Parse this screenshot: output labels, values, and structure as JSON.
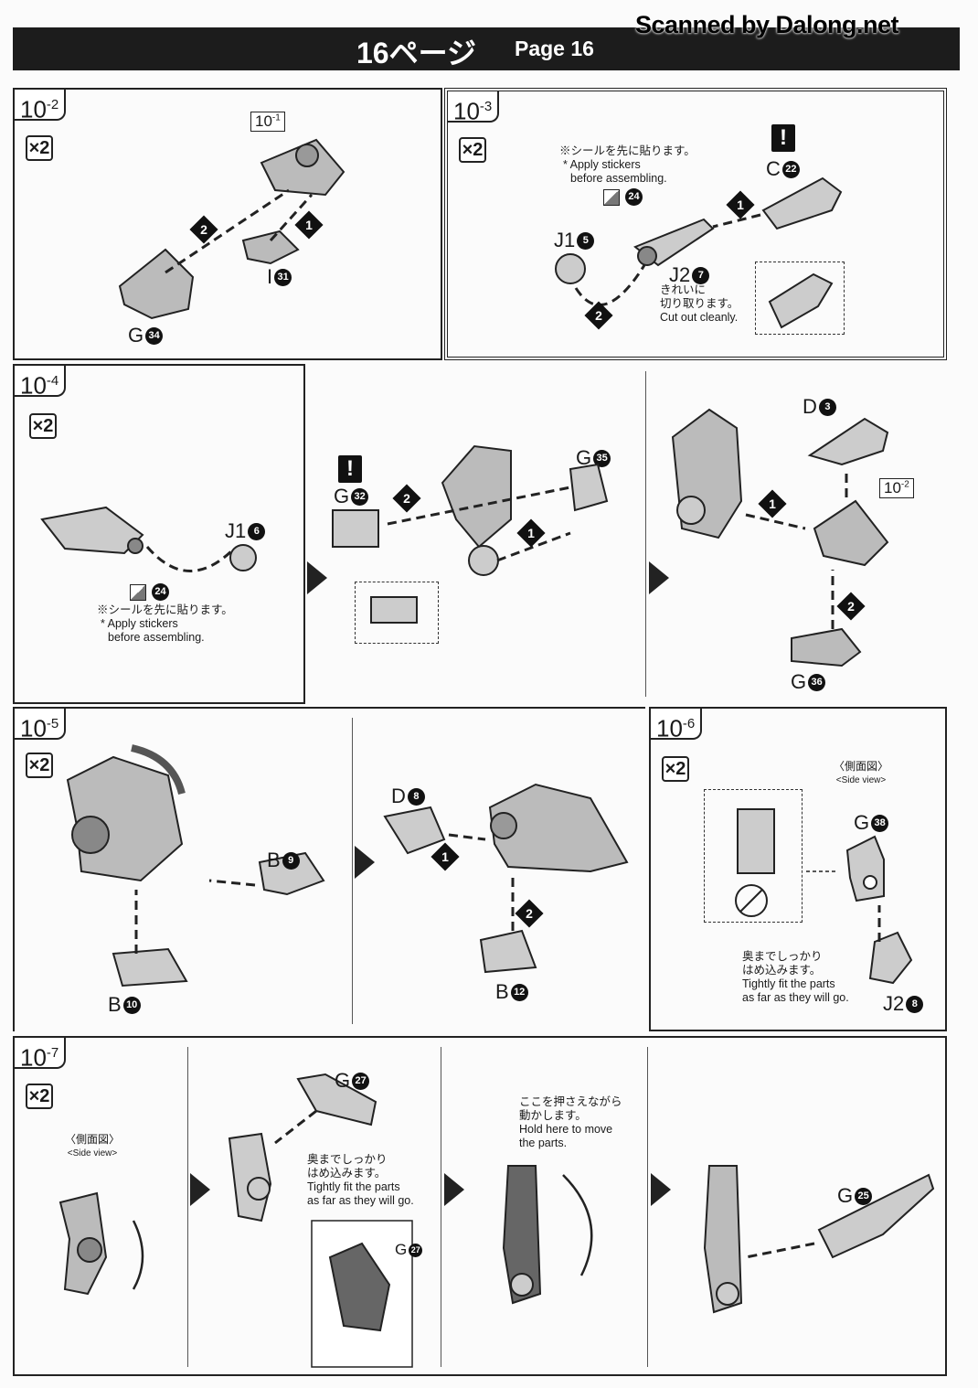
{
  "header": {
    "title_jp": "16ページ",
    "title_en": "Page 16",
    "watermark": "Scanned by Dalong.net"
  },
  "multiplier": "×2",
  "warning": "!",
  "sticker_note": {
    "jp": "※シールを先に貼ります。",
    "en1": "* Apply stickers",
    "en2": "before assembling."
  },
  "fit_note": {
    "jp1": "奥までしっかり",
    "jp2": "はめ込みます。",
    "en1": "Tightly fit the parts",
    "en2": "as far as they will go."
  },
  "side_view": {
    "jp": "〈側面図〉",
    "en": "<Side view>"
  },
  "steps": {
    "s10_2": {
      "label": "10",
      "sub": "-2",
      "ref": {
        "label": "10",
        "sub": "-1"
      },
      "parts": [
        {
          "letter": "I",
          "num": "31"
        },
        {
          "letter": "G",
          "num": "34"
        }
      ],
      "order": [
        "1",
        "2"
      ]
    },
    "s10_3": {
      "label": "10",
      "sub": "-3",
      "sticker": "24",
      "parts": [
        {
          "letter": "C",
          "num": "22"
        },
        {
          "letter": "J1",
          "num": "5"
        },
        {
          "letter": "J2",
          "num": "7"
        }
      ],
      "order": [
        "1",
        "2"
      ],
      "cut": {
        "jp1": "きれいに",
        "jp2": "切り取ります。",
        "en": "Cut out cleanly."
      }
    },
    "s10_4": {
      "label": "10",
      "sub": "-4",
      "sticker": "24",
      "parts": [
        {
          "letter": "J1",
          "num": "6"
        },
        {
          "letter": "G",
          "num": "32"
        },
        {
          "letter": "G",
          "num": "35"
        },
        {
          "letter": "D",
          "num": "3"
        },
        {
          "letter": "G",
          "num": "36"
        }
      ],
      "ref": {
        "label": "10",
        "sub": "-2"
      },
      "order": [
        "1",
        "2"
      ]
    },
    "s10_5": {
      "label": "10",
      "sub": "-5",
      "parts": [
        {
          "letter": "B",
          "num": "9"
        },
        {
          "letter": "B",
          "num": "10"
        },
        {
          "letter": "D",
          "num": "8"
        },
        {
          "letter": "B",
          "num": "12"
        }
      ],
      "order": [
        "1",
        "2"
      ]
    },
    "s10_6": {
      "label": "10",
      "sub": "-6",
      "parts": [
        {
          "letter": "G",
          "num": "38"
        },
        {
          "letter": "J2",
          "num": "8"
        }
      ]
    },
    "s10_7": {
      "label": "10",
      "sub": "-7",
      "parts": [
        {
          "letter": "G",
          "num": "27"
        },
        {
          "letter": "G",
          "num": "27"
        },
        {
          "letter": "G",
          "num": "25"
        }
      ],
      "hold": {
        "jp1": "ここを押さえながら",
        "jp2": "動かします。",
        "en1": "Hold here to move",
        "en2": "the parts."
      }
    }
  }
}
